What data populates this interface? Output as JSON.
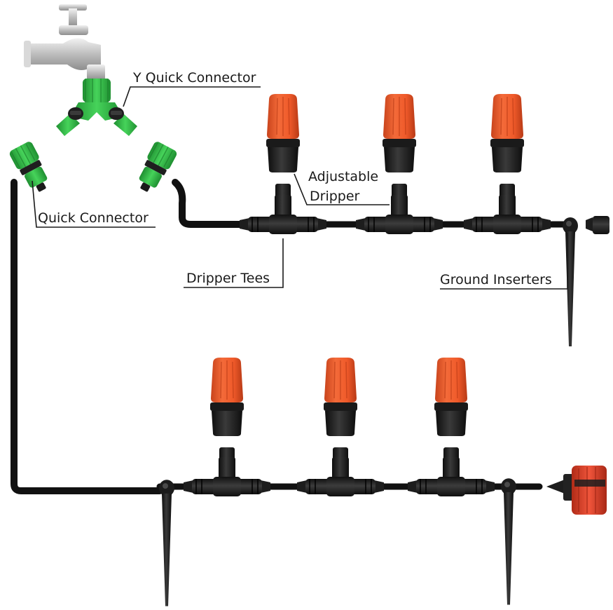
{
  "labels": {
    "y_connector": "Y Quick Connector",
    "adjustable_dripper_line1": "Adjustable",
    "adjustable_dripper_line2": "Dripper",
    "quick_connector": "Quick Connector",
    "dripper_tees": "Dripper Tees",
    "ground_inserters": "Ground Inserters"
  },
  "colors": {
    "tube": "#111111",
    "dripper_cap": "#f05a2a",
    "dripper_cap_shade": "#c8431b",
    "connector_green": "#35c24a",
    "connector_green_dark": "#1f8f31",
    "part_black": "#1e1e1e",
    "tap_metal": "#c9c9c9",
    "end_cap_red": "#e8402a"
  },
  "parts": {
    "tap": "tap-icon",
    "y_connector": "y-connector-icon",
    "quick_connector": "quick-connector-icon",
    "dripper": "adjustable-dripper-icon",
    "tee": "dripper-tee-icon",
    "stake": "ground-inserter-icon",
    "end_plug": "end-plug-icon",
    "red_dripper": "red-dripper-icon"
  }
}
